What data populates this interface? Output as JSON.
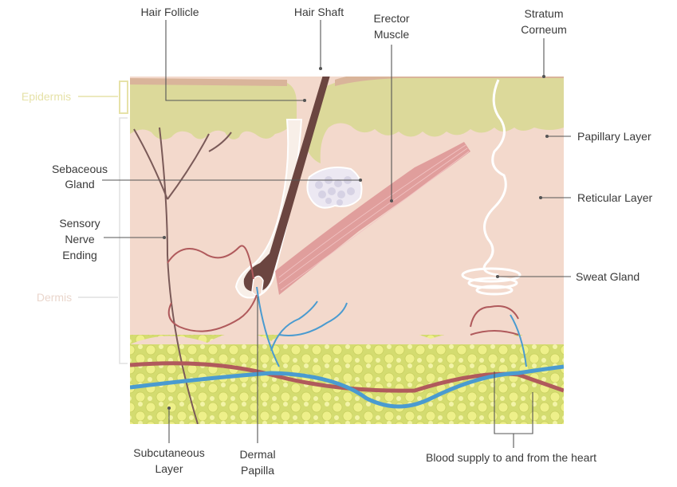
{
  "labels": {
    "hair_follicle": "Hair Follicle",
    "hair_shaft": "Hair Shaft",
    "erector_muscle_1": "Erector",
    "erector_muscle_2": "Muscle",
    "stratum_corneum_1": "Stratum",
    "stratum_corneum_2": "Corneum",
    "epidermis": "Epidermis",
    "papillary_layer": "Papillary Layer",
    "sebaceous_gland_1": "Sebaceous",
    "sebaceous_gland_2": "Gland",
    "reticular_layer": "Reticular Layer",
    "sensory_nerve_1": "Sensory",
    "sensory_nerve_2": "Nerve",
    "sensory_nerve_3": "Ending",
    "sweat_gland": "Sweat Gland",
    "dermis": "Dermis",
    "subcutaneous_1": "Subcutaneous",
    "subcutaneous_2": "Layer",
    "dermal_papilla_1": "Dermal",
    "dermal_papilla_2": "Papilla",
    "blood_supply": "Blood supply to and from the heart"
  },
  "colors": {
    "epidermis": "#dcd99a",
    "stratum_corneum": "#d9b49a",
    "dermis": "#f3d9cc",
    "fat": "#e4e873",
    "fat_background": "#d7df74",
    "hair": "#6b4540",
    "muscle": "#d98a8c",
    "artery": "#b05a5c",
    "vein": "#4a9bd0",
    "nerve": "#7a5a58",
    "faint_label_epidermis": "#e6e2a8",
    "faint_label_dermis": "#ead6cc"
  }
}
